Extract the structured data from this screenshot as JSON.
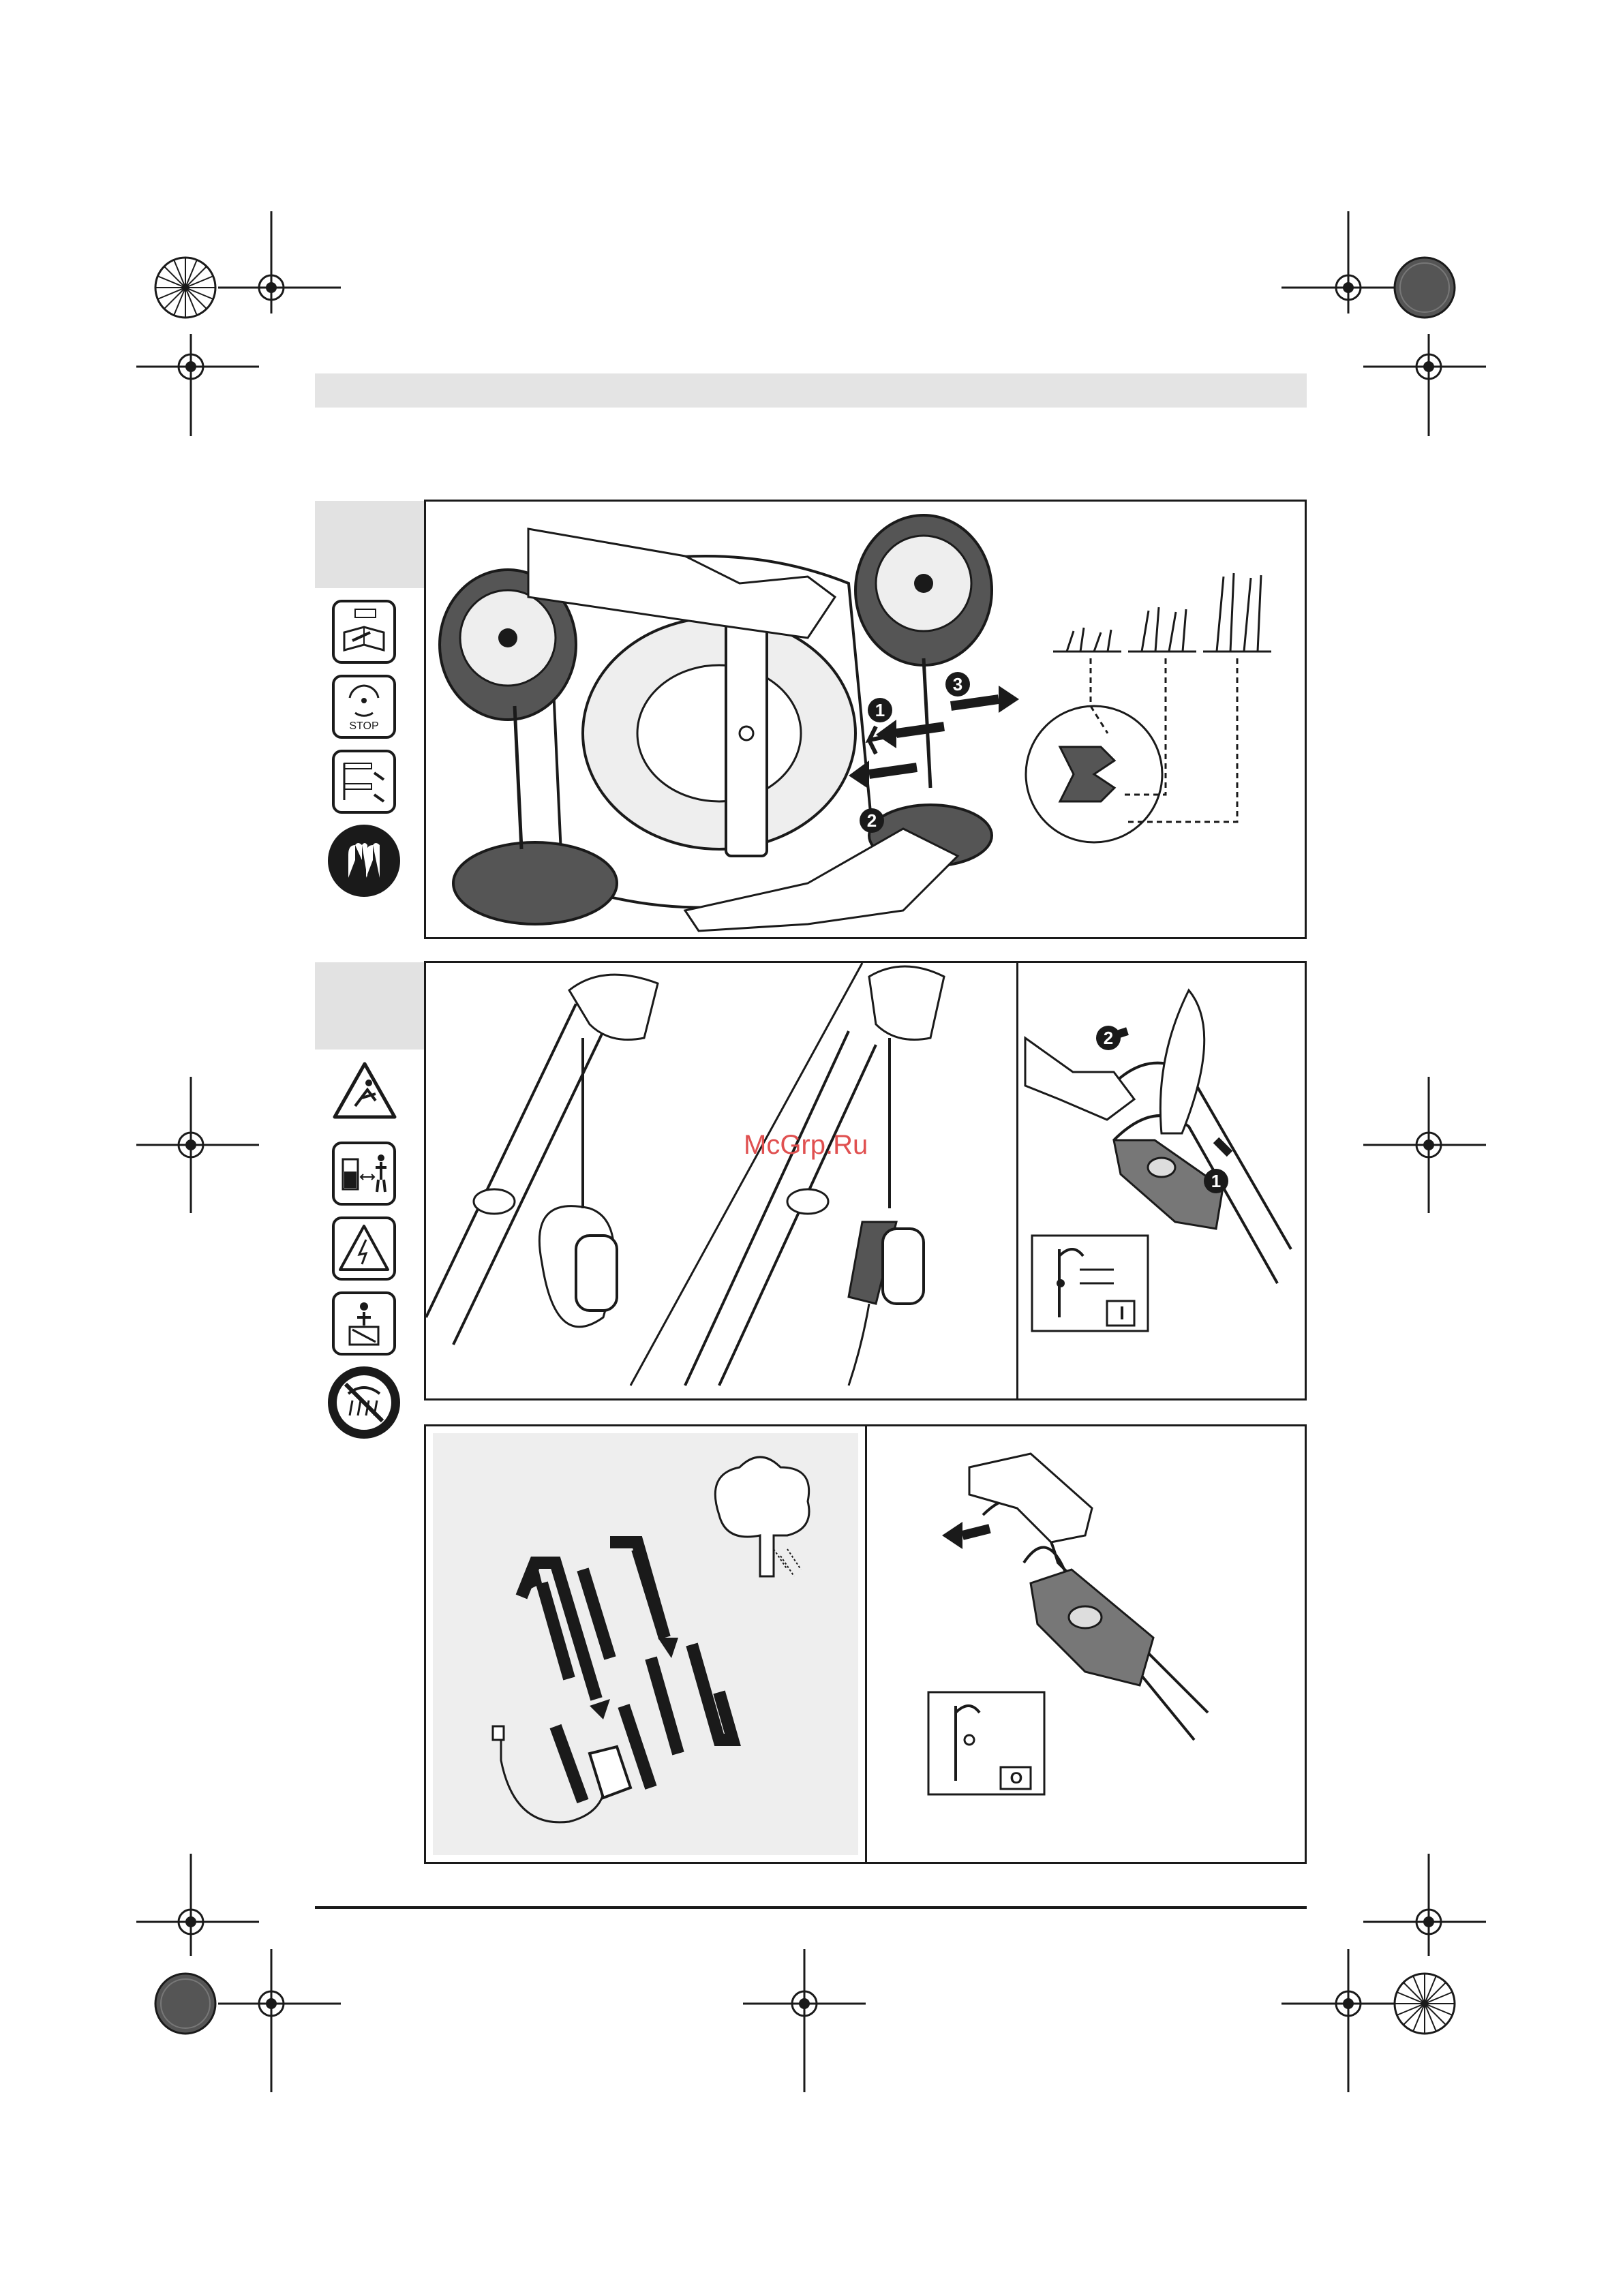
{
  "watermark": "McGrp.Ru",
  "figure1": {
    "step_badges": [
      "1",
      "2",
      "3"
    ]
  },
  "figure2": {
    "step_badges": [
      "2",
      "1"
    ],
    "switch_symbol": "I"
  },
  "figure3": {
    "switch_symbol": "O"
  },
  "side_icons": {
    "stop_label": "STOP"
  },
  "colors": {
    "ink": "#1a1a1a",
    "tab_gray": "#e2e2e2",
    "panel_gray": "#eeeeee",
    "watermark_red": "#e05050"
  }
}
